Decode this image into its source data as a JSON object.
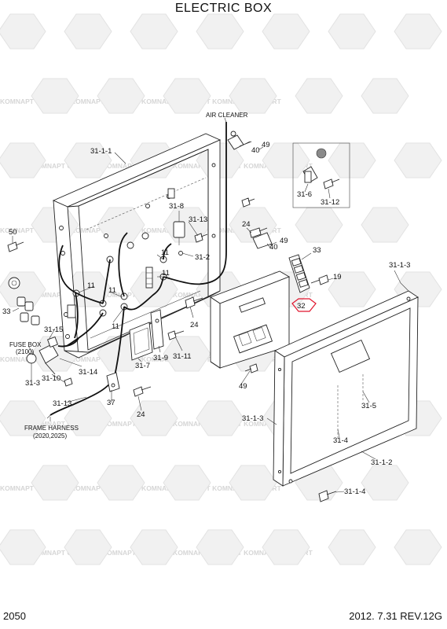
{
  "title": "ELECTRIC BOX",
  "page_number": "2050",
  "revision": "2012. 7.31  REV.12G",
  "watermark": {
    "brand_a": "KOMNAPT",
    "brand_b": "COMPART"
  },
  "highlight_color": "#e0152d",
  "callouts": {
    "air_cleaner": "AIR CLEANER",
    "fuse_box": "FUSE BOX",
    "fuse_box_ref": "(2100)",
    "frame_harness": "FRAME HARNESS",
    "frame_harness_ref": "(2020,2025)"
  },
  "parts": [
    {
      "id": "p-31-1-1",
      "label": "31-1-1"
    },
    {
      "id": "p-40-a",
      "label": "40"
    },
    {
      "id": "p-49-a",
      "label": "49"
    },
    {
      "id": "p-31-6",
      "label": "31-6"
    },
    {
      "id": "p-31-12",
      "label": "31-12"
    },
    {
      "id": "p-31-8",
      "label": "31-8"
    },
    {
      "id": "p-31-13-a",
      "label": "31-13"
    },
    {
      "id": "p-24-a",
      "label": "24"
    },
    {
      "id": "p-49-b",
      "label": "49"
    },
    {
      "id": "p-40-b",
      "label": "40"
    },
    {
      "id": "p-33-a",
      "label": "33"
    },
    {
      "id": "p-31-2",
      "label": "31-2"
    },
    {
      "id": "p-50",
      "label": "50"
    },
    {
      "id": "p-11-a",
      "label": "11"
    },
    {
      "id": "p-11-b",
      "label": "11"
    },
    {
      "id": "p-11-c",
      "label": "11"
    },
    {
      "id": "p-11-d",
      "label": "11"
    },
    {
      "id": "p-11-e",
      "label": "11"
    },
    {
      "id": "p-19",
      "label": "19"
    },
    {
      "id": "p-32",
      "label": "32"
    },
    {
      "id": "p-31-1-3-a",
      "label": "31-1-3"
    },
    {
      "id": "p-33-b",
      "label": "33"
    },
    {
      "id": "p-31-15",
      "label": "31-15"
    },
    {
      "id": "p-24-b",
      "label": "24"
    },
    {
      "id": "p-31-9",
      "label": "31-9"
    },
    {
      "id": "p-31-11",
      "label": "31-11"
    },
    {
      "id": "p-31-7",
      "label": "31-7"
    },
    {
      "id": "p-31-14",
      "label": "31-14"
    },
    {
      "id": "p-31-3",
      "label": "31-3"
    },
    {
      "id": "p-31-10",
      "label": "31-10"
    },
    {
      "id": "p-49-c",
      "label": "49"
    },
    {
      "id": "p-37",
      "label": "37"
    },
    {
      "id": "p-31-13-b",
      "label": "31-13"
    },
    {
      "id": "p-24-c",
      "label": "24"
    },
    {
      "id": "p-31-5",
      "label": "31-5"
    },
    {
      "id": "p-31-1-3-b",
      "label": "31-1-3"
    },
    {
      "id": "p-31-4",
      "label": "31-4"
    },
    {
      "id": "p-31-1-2",
      "label": "31-1-2"
    },
    {
      "id": "p-31-1-4",
      "label": "31-1-4"
    }
  ]
}
